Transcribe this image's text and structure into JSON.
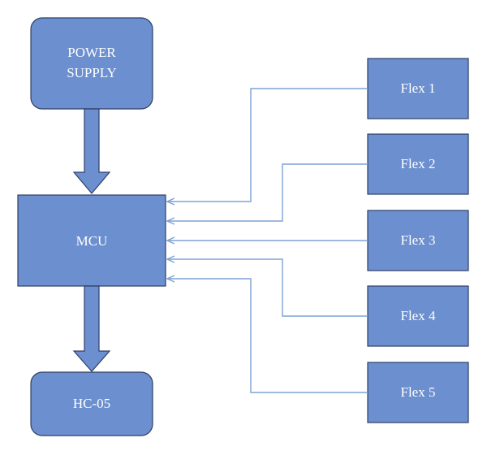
{
  "diagram": {
    "blocks": {
      "power_supply": {
        "line1": "POWER",
        "line2": "SUPPLY"
      },
      "mcu": {
        "label": "MCU"
      },
      "hc05": {
        "label": "HC-05"
      },
      "flex": [
        {
          "label": "Flex 1"
        },
        {
          "label": "Flex 2"
        },
        {
          "label": "Flex 3"
        },
        {
          "label": "Flex 4"
        },
        {
          "label": "Flex 5"
        }
      ]
    },
    "colors": {
      "box_fill": "#6b8fcf",
      "box_stroke": "#2f3f66",
      "connector": "#7ea2d6",
      "block_arrow_fill": "#6b8fcf",
      "text": "#ffffff"
    }
  }
}
